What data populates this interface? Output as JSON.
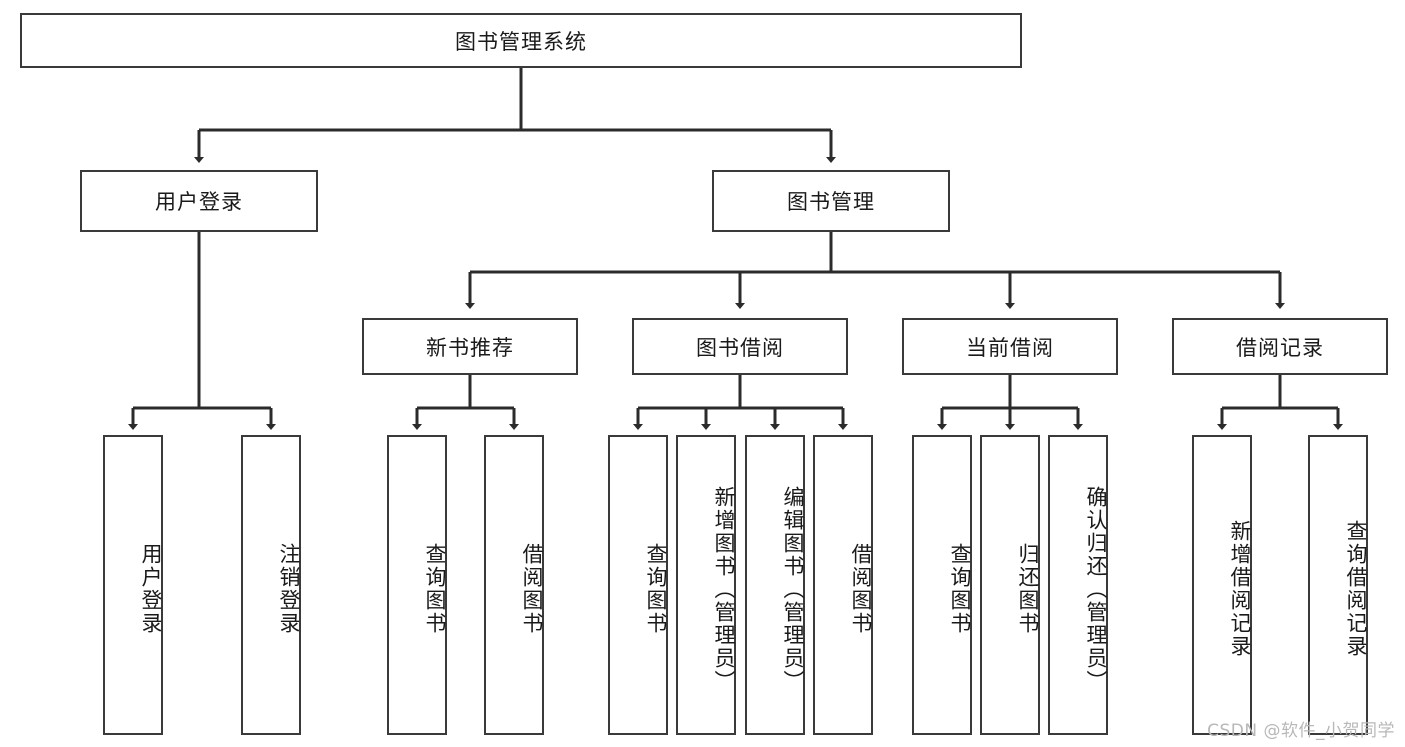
{
  "diagram": {
    "title": "图书管理系统",
    "type": "hierarchy-tree",
    "watermark": "CSDN @软件_小贺同学",
    "colors": {
      "box_border": "#3a3a3a",
      "box_fill": "#ffffff",
      "connector": "#2b2b2b",
      "text": "#1a1a1a",
      "watermark": "#b8b8b8"
    },
    "root": {
      "label": "图书管理系统"
    },
    "level2": [
      {
        "label": "用户登录"
      },
      {
        "label": "图书管理"
      }
    ],
    "level3": [
      {
        "label": "新书推荐"
      },
      {
        "label": "图书借阅"
      },
      {
        "label": "当前借阅"
      },
      {
        "label": "借阅记录"
      }
    ],
    "leaves": {
      "user_login": [
        {
          "label": "用户登录"
        },
        {
          "label": "注销登录"
        }
      ],
      "new_book_rec": [
        {
          "label": "查询图书"
        },
        {
          "label": "借阅图书"
        }
      ],
      "book_borrow": [
        {
          "label": "查询图书"
        },
        {
          "label": "新增图书（管理员）"
        },
        {
          "label": "编辑图书（管理员）"
        },
        {
          "label": "借阅图书"
        }
      ],
      "current_borrow": [
        {
          "label": "查询图书"
        },
        {
          "label": "归还图书"
        },
        {
          "label": "确认归还（管理员）"
        }
      ],
      "borrow_record": [
        {
          "label": "新增借阅记录"
        },
        {
          "label": "查询借阅记录"
        }
      ]
    }
  }
}
